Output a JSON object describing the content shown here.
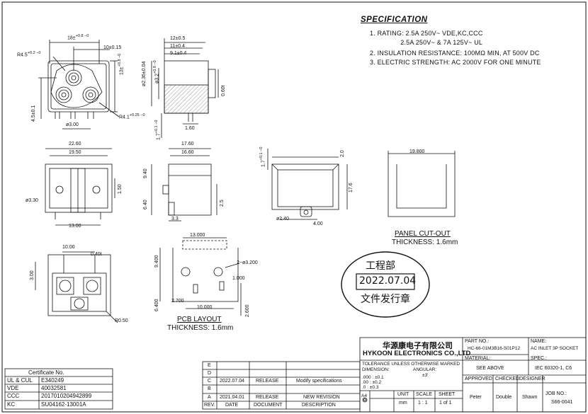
{
  "specification": {
    "title": "SPECIFICATION",
    "lines": [
      "1. RATING: 2.5A 250V~ VDE,KC,CCC",
      "                2.5A 250V~ & 7A 125V~ UL",
      "2. INSULATION RESISTANCE: 100MΩ MIN, AT 500V DC",
      "3. ELECTRIC STRENGTH: AC 2000V FOR ONE MINUTE"
    ]
  },
  "front_view": {
    "dim_width": "18±",
    "dim_width_tol": "+0.8 −0",
    "dim_offset": "10±0.15",
    "dim_r_top": "R4.5",
    "dim_r_top_tol": "+0.2 −0",
    "dim_height": "13±",
    "dim_height_tol": "+0.8 −0",
    "dim_left": "4.5±0.1",
    "dim_r_bottom": "R4.1",
    "dim_r_bottom_tol": "+0.25 −0",
    "dim_pin": "ø3.00"
  },
  "side_view": {
    "d1": "12±0.5",
    "d2": "11±0.4",
    "d3": "9.1±0.4",
    "d4": "ø2.36±0.04",
    "d5": "ø3.2",
    "d5_tol": "+0.8 −0",
    "d6": "0.60t",
    "d7": "1.7",
    "d7_tol": "+0.1 −0",
    "d8": "1.60"
  },
  "top_view": {
    "w1": "22.60",
    "w2": "19.50",
    "h1": "1.50",
    "dia": "ø3.30",
    "w3": "13.00"
  },
  "side_view2": {
    "w1": "17.60",
    "w2": "16.60",
    "h1": "9.40",
    "h2": "6.40",
    "h3": "2.5",
    "w3": "3.3"
  },
  "back_view": {
    "h1": "1.7",
    "h1_tol": "+0.1 −0",
    "h2": "2.0",
    "h3": "17.6",
    "dia": "ø2.40",
    "w1": "4.00"
  },
  "panel_cutout": {
    "width": "19.800",
    "label": "PANEL CUT-OUT",
    "thickness": "THICKNESS: 1.6mm"
  },
  "bottom_view": {
    "w1": "10.00",
    "w2": "0.40t",
    "h1": "3.00",
    "r": "R0.50"
  },
  "pcb_layout": {
    "w1": "13.000",
    "h1": "9.400",
    "h2": "6.400",
    "holes": "2−ø3.200",
    "d1": "1.000",
    "d2": "2.700",
    "d3": "10.000",
    "d4": "2.600",
    "label": "PCB LAYOUT",
    "thickness": "THICKNESS: 1.6mm"
  },
  "stamp": {
    "top": "工程部",
    "date": "2022.07.04",
    "bottom": "文件发行章"
  },
  "certificates": {
    "header": "Certificate No.",
    "rows": [
      {
        "name": "UL & CUL",
        "value": "E340249"
      },
      {
        "name": "VDE",
        "value": "40032581"
      },
      {
        "name": "CCC",
        "value": "2017010204942899"
      },
      {
        "name": "KC",
        "value": "SU04162-13001A"
      }
    ]
  },
  "revisions": {
    "rows": [
      {
        "rev": "E",
        "date": "",
        "doc": "",
        "desc": ""
      },
      {
        "rev": "D",
        "date": "",
        "doc": "",
        "desc": ""
      },
      {
        "rev": "C",
        "date": "2022.07.04",
        "doc": "RELEASE",
        "desc": "Modify specifications"
      },
      {
        "rev": "B",
        "date": "",
        "doc": "",
        "desc": ""
      },
      {
        "rev": "A",
        "date": "2021.04.01",
        "doc": "RELEASE",
        "desc": "NEW REVISION"
      }
    ],
    "header": {
      "rev": "REV.",
      "date": "DATE",
      "doc": "DOCUMENT",
      "desc": "DESCRIPTION"
    }
  },
  "title_block": {
    "company_cn": "华源康电子有限公司",
    "company_en": "HYKOON ELECTRONICS CO.,LTD",
    "part_no_label": "PART NO.:",
    "part_no": "HC-66-01M3B16-S01P12",
    "name_label": "NAME:",
    "name": "AC INLET 3P SOCKET",
    "tolerance_title": "TOLERANCE UNLESS OTHERWISE MARKED",
    "dimension_label": "DIMENSION:",
    "angular_label": "ANGULAR:",
    "angular_value": "±3'",
    "tol1": ".000 : ±0.1",
    "tol2": ".00   : ±0.2",
    "tol3": ".0     : ±0.3",
    "material_label": "MATERIAL:",
    "material": "SEE ABOVE",
    "spec_label": "SPEC.:",
    "spec": "IEC 60320-1, C6",
    "unit_label": "UNIT",
    "unit": "mm",
    "scale_label": "SCALE",
    "scale": "1 : 1",
    "sheet_label": "SHEET",
    "sheet": "1 of 1",
    "approved_label": "APPROVED",
    "approved": "Peter",
    "checked_label": "CHECKED",
    "checked": "Double",
    "designer_label": "DESIGNER",
    "designer": "Shawn",
    "job_label": "JOB NO.:",
    "job": "S66-0041",
    "projection": "A4"
  }
}
